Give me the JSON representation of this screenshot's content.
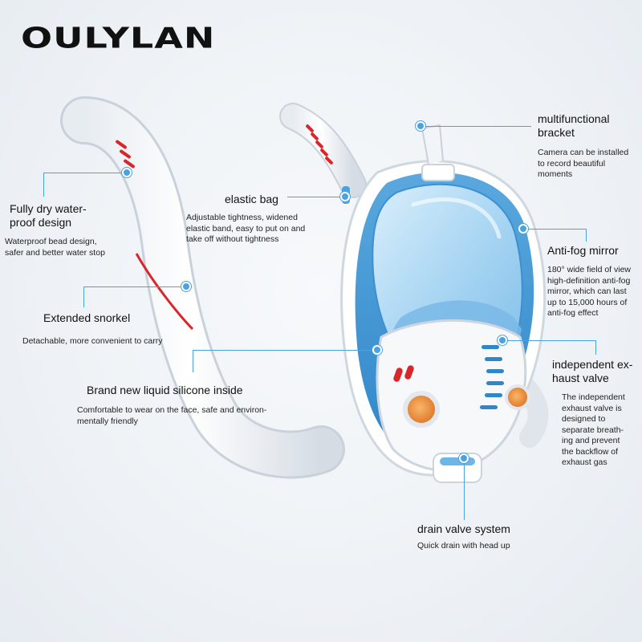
{
  "brand": "OULYLAN",
  "colors": {
    "accent_line": "#4aa3e0",
    "mask_blue": "#6fb6e6",
    "snorkel_red": "#d8262a",
    "valve_orange": "#f08a2a"
  },
  "callouts": {
    "bracket": {
      "title": "multifunctional bracket",
      "desc": "Camera can be installed to record beautiful moments"
    },
    "dry": {
      "title_line1": "Fully dry water-",
      "title_line2": "proof design",
      "desc_line1": "Waterproof bead design,",
      "desc_line2": "safer and better water stop"
    },
    "elastic": {
      "title": "elastic bag",
      "desc_line1": "Adjustable tightness, widened",
      "desc_line2": "elastic band, easy to put on and",
      "desc_line3": "take off without tightness"
    },
    "antifog": {
      "title": "Anti-fog mirror",
      "desc_line1": "180° wide field of view",
      "desc_line2": "high-definition anti-fog",
      "desc_line3": "mirror, which can last",
      "desc_line4": "up to 15,000 hours of",
      "desc_line5": "anti-fog effect"
    },
    "snorkel": {
      "title": "Extended snorkel",
      "desc": "Detachable, more convenient to carry"
    },
    "silicone": {
      "title": "Brand new liquid silicone inside",
      "desc_line1": "Comfortable to wear on the face, safe and environ-",
      "desc_line2": "mentally friendly"
    },
    "exhaust": {
      "title_line1": "independent ex-",
      "title_line2": "haust valve",
      "desc_line1": "The independent",
      "desc_line2": "exhaust valve is",
      "desc_line3": "designed to",
      "desc_line4": "separate breath-",
      "desc_line5": "ing and prevent",
      "desc_line6": "the backflow of",
      "desc_line7": "exhaust gas"
    },
    "drain": {
      "title": "drain valve system",
      "desc": "Quick drain with head up"
    }
  }
}
